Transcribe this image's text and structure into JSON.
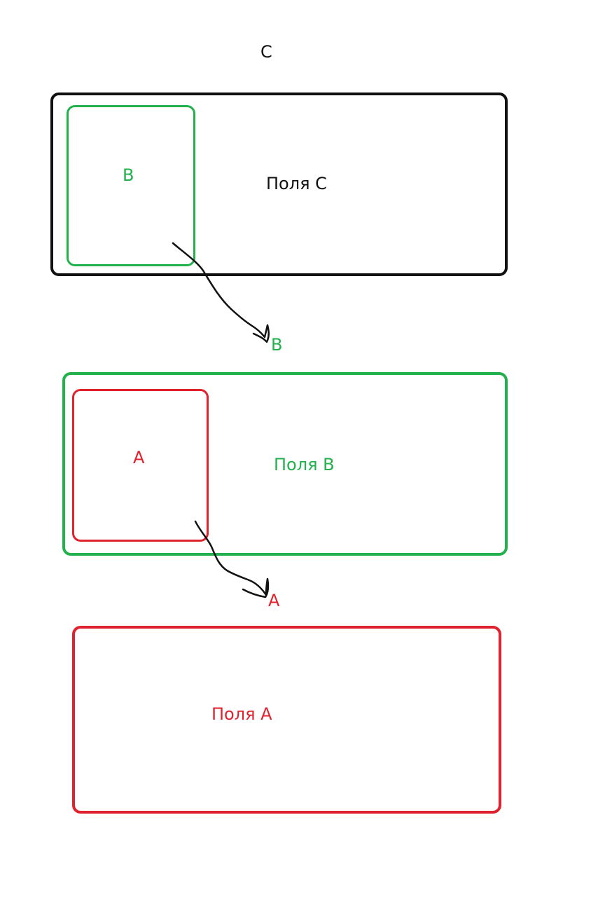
{
  "colors": {
    "black": "#111111",
    "green": "#22b14c",
    "red": "#e0222e"
  },
  "title_c": "C",
  "field_c": {
    "label": "Поля C",
    "inner_label": "B",
    "arrow_target_label": "B"
  },
  "field_b": {
    "label": "Поля B",
    "inner_label": "A",
    "arrow_target_label": "A"
  },
  "field_a": {
    "label": "Поля A"
  }
}
